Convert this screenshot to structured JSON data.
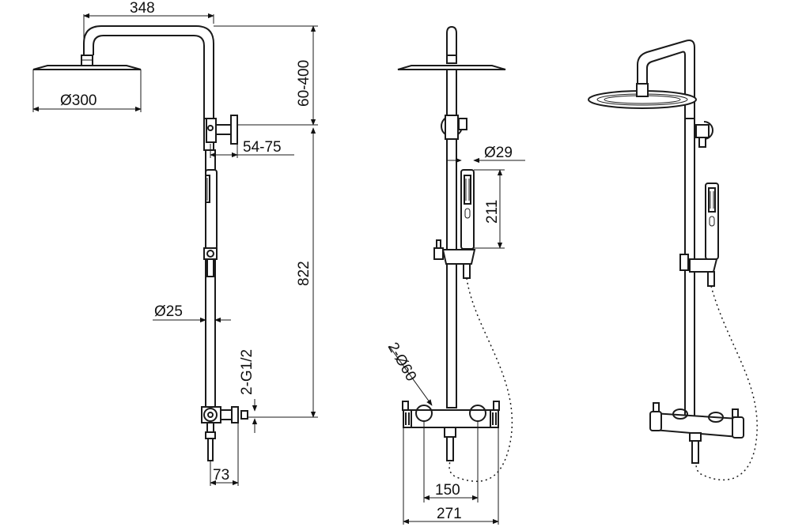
{
  "dimensions": {
    "width_total": "348",
    "head_diameter": "Ø300",
    "height_adjust": "60-400",
    "arm_offset": "54-75",
    "pipe_diameter": "Ø25",
    "inlet_thread": "2-G1/2",
    "height_total": "822",
    "inlet_offset": "73",
    "handshower_diameter": "Ø29",
    "handshower_length": "211",
    "flange_diameter": "2-Ø60",
    "center_distance": "150",
    "mixer_width": "271"
  }
}
